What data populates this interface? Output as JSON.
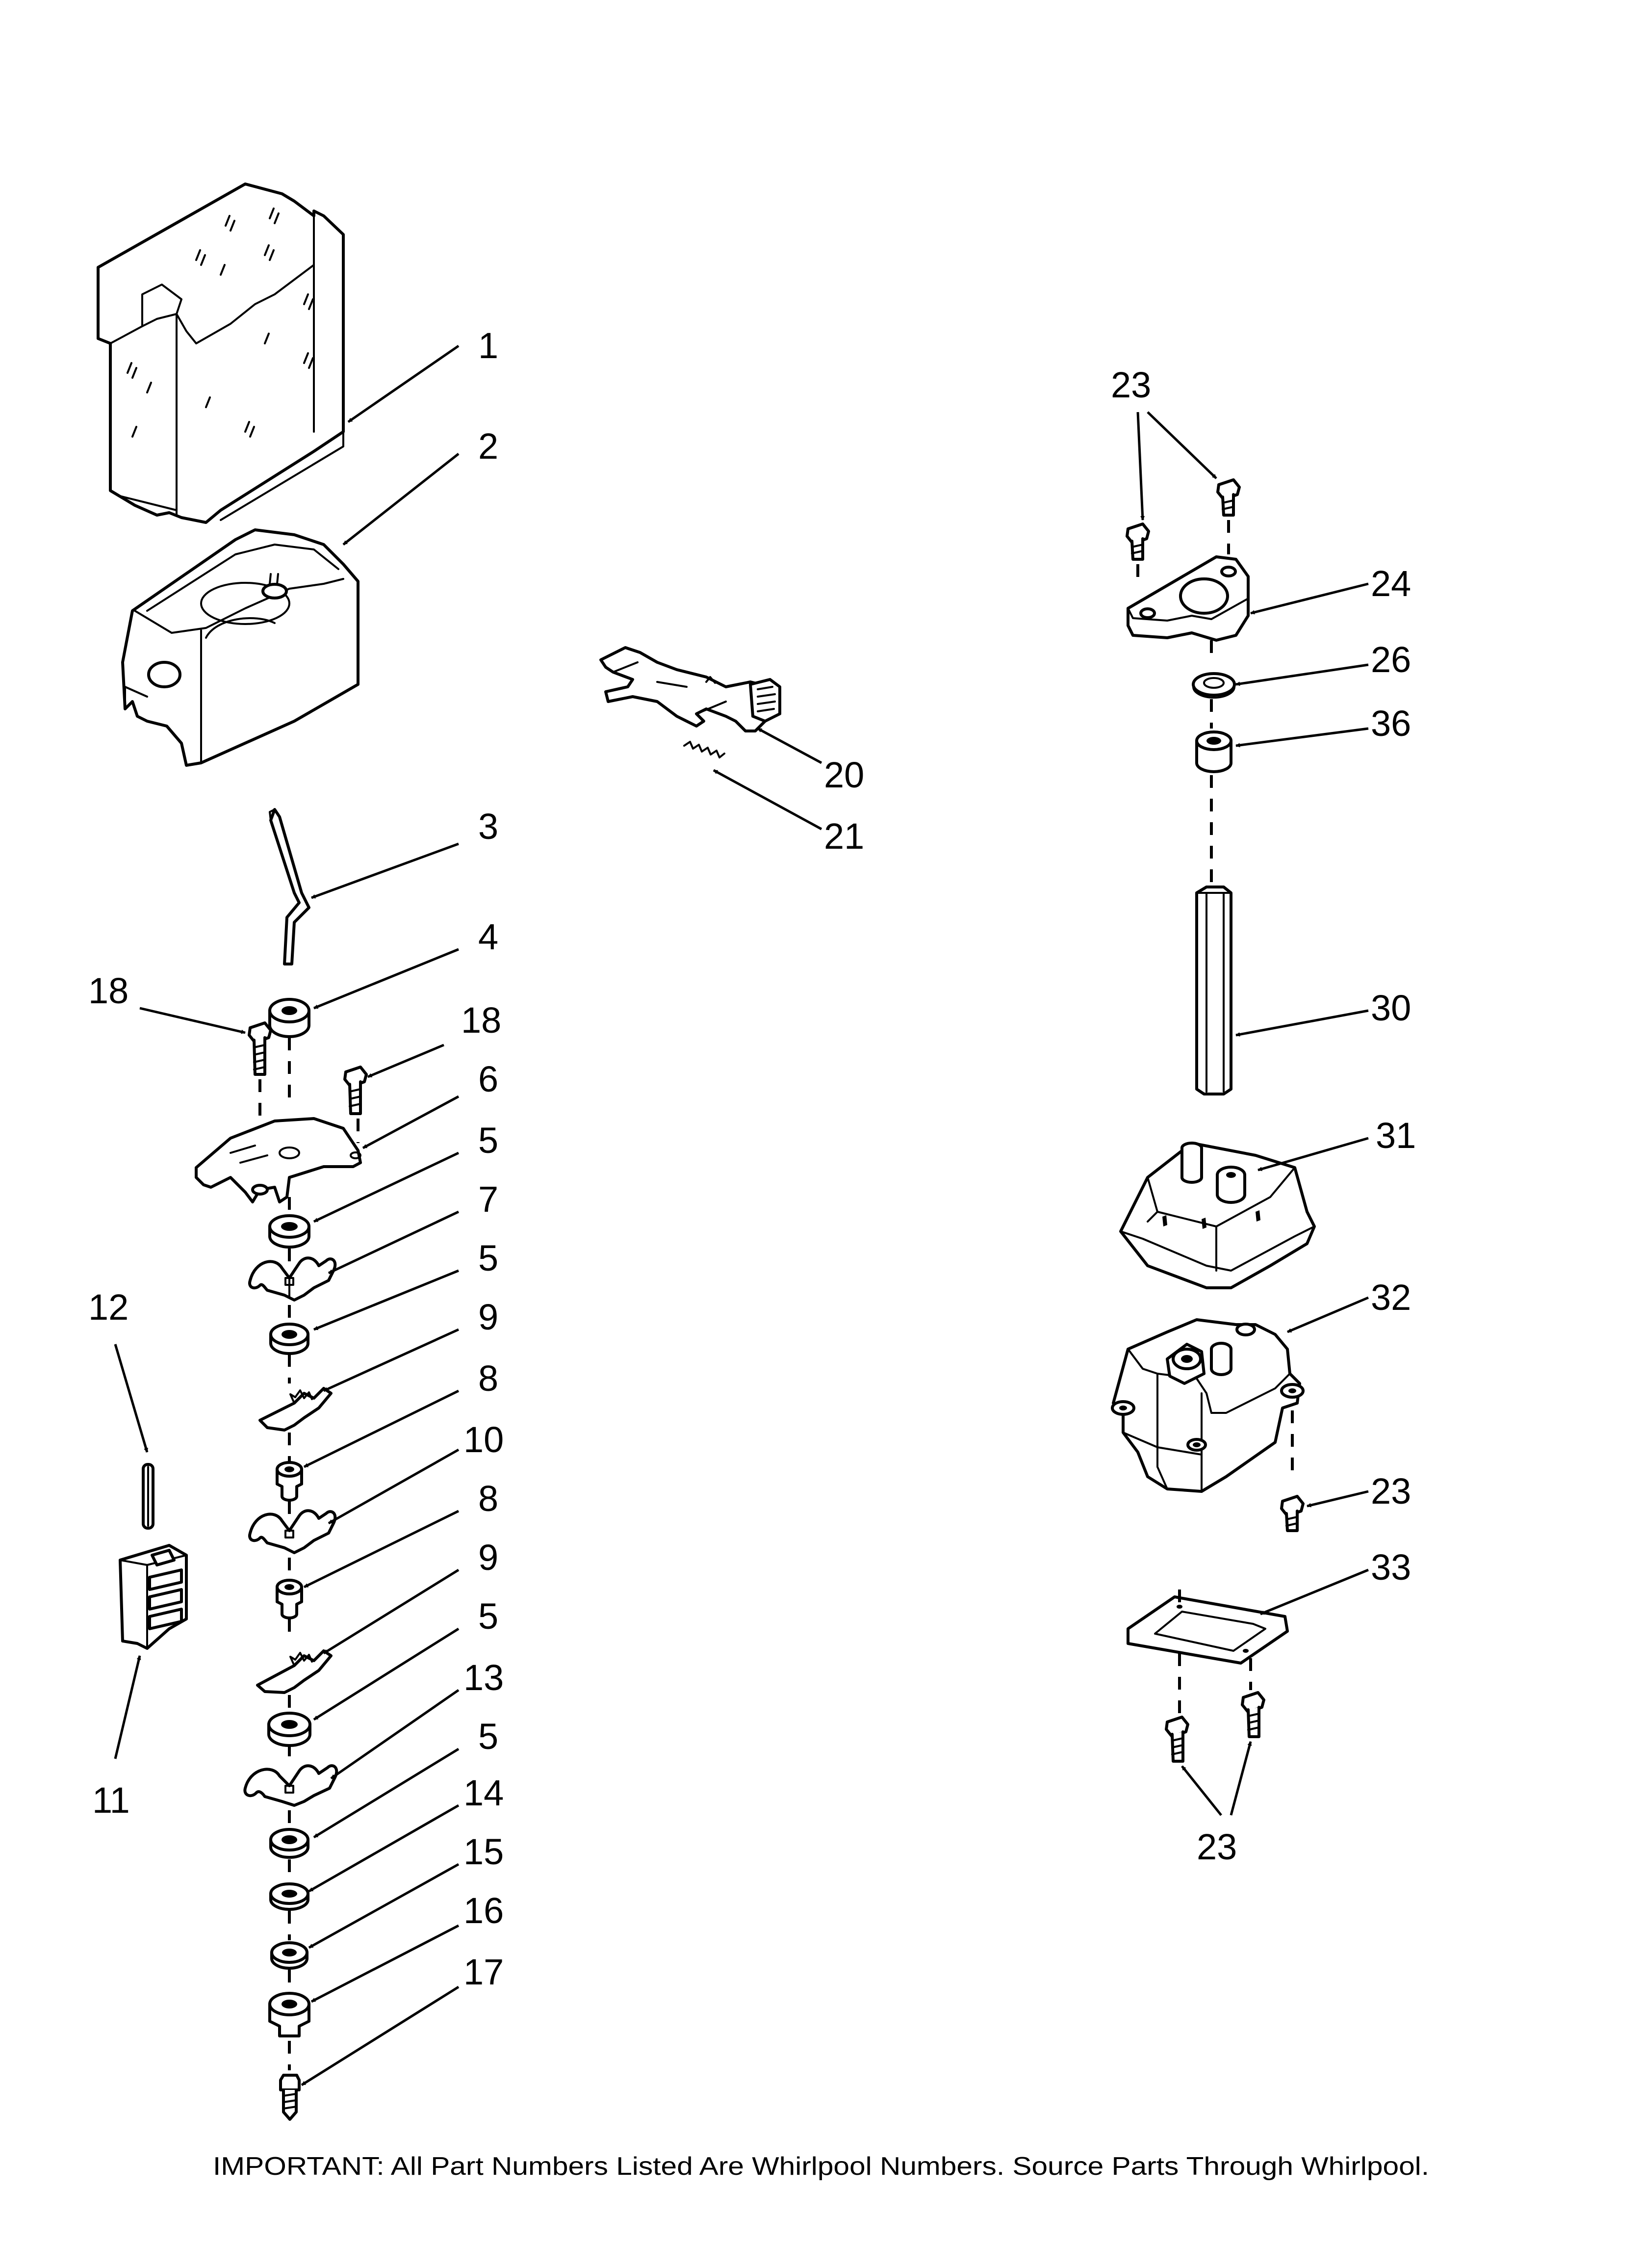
{
  "callouts": {
    "c1": "1",
    "c2": "2",
    "c3": "3",
    "c4": "4",
    "c18a": "18",
    "c18b": "18",
    "c6": "6",
    "c5a": "5",
    "c7": "7",
    "c5b": "5",
    "c9a": "9",
    "c8a": "8",
    "c10": "10",
    "c8b": "8",
    "c9b": "9",
    "c5c": "5",
    "c13": "13",
    "c5d": "5",
    "c14": "14",
    "c15": "15",
    "c16": "16",
    "c17": "17",
    "c12": "12",
    "c11": "11",
    "c20": "20",
    "c21": "21",
    "c23a": "23",
    "c24": "24",
    "c26": "26",
    "c36": "36",
    "c30": "30",
    "c31": "31",
    "c32": "32",
    "c23b": "23",
    "c33": "33",
    "c23c": "23"
  },
  "footer": {
    "note": "IMPORTANT: All Part Numbers Listed Are Whirlpool Numbers. Source Parts Through Whirlpool."
  },
  "colors": {
    "ink": "#000000",
    "paper": "#ffffff"
  }
}
